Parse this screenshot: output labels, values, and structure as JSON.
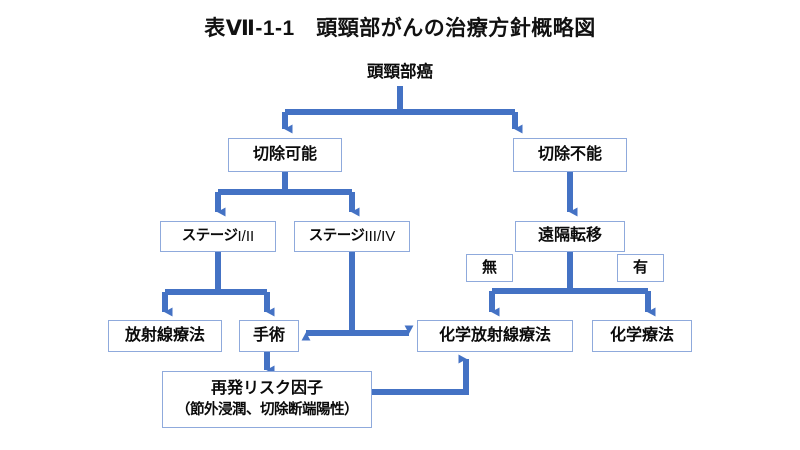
{
  "figure": {
    "title": "表Ⅶ-1-1　頭頸部がんの治療方針概略図",
    "accent_arrow_color": "#4472C4",
    "box_border_color": "#8FAADC",
    "box_fill_color": "#FFFFFF",
    "text_color": "#0B0B0B",
    "background_color": "#FFFFFF"
  },
  "nodes": {
    "root": {
      "label": "頭頸部癌"
    },
    "resectable": {
      "label": "切除可能"
    },
    "unresectable": {
      "label": "切除不能"
    },
    "stage_early": {
      "label": "ステージ",
      "suffix": " I/II"
    },
    "stage_late": {
      "label": "ステージ",
      "suffix": "III/IV"
    },
    "distant_mets": {
      "label": "遠隔転移"
    },
    "mets_absent": {
      "label": "無"
    },
    "mets_present": {
      "label": "有"
    },
    "radiotherapy": {
      "label": "放射線療法"
    },
    "surgery": {
      "label": "手術"
    },
    "chemoradiotherapy": {
      "label": "化学放射線療法"
    },
    "chemotherapy": {
      "label": "化学療法"
    },
    "recurrence_risk": {
      "label": "再発リスク因子",
      "detail": "（節外浸潤、切除断端陽性）"
    }
  }
}
